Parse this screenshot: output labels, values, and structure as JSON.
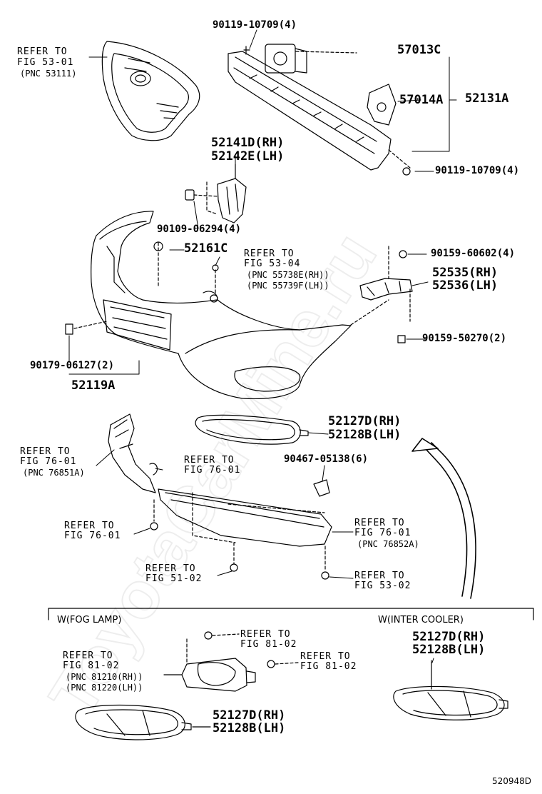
{
  "diagram": {
    "code": "520948D",
    "watermark": "ToyotaCarMine.ru"
  },
  "labels": {
    "p90119_top": "90119-10709(4)",
    "p57013C": "57013C",
    "p57014A": "57014A",
    "p52131A": "52131A",
    "p90119_bot": "90119-10709(4)",
    "ref_grille_1": "REFER TO",
    "ref_grille_2": "FIG 53-01",
    "ref_grille_3": "(PNC 53111)",
    "p52141D": "52141D(RH)",
    "p52142E": "52142E(LH)",
    "p90109": "90109-06294(4)",
    "p52161C": "52161C",
    "ref_5304_1": "REFER TO",
    "ref_5304_2": "FIG 53-04",
    "ref_5304_3": "(PNC 55738E(RH))",
    "ref_5304_4": "(PNC 55739F(LH))",
    "p90159_60602": "90159-60602(4)",
    "p52535": "52535(RH)",
    "p52536": "52536(LH)",
    "p90159_50270": "90159-50270(2)",
    "p90179": "90179-06127(2)",
    "p52119A": "52119A",
    "p52127D_a": "52127D(RH)",
    "p52128B_a": "52128B(LH)",
    "p90467": "90467-05138(6)",
    "ref_7601a_1": "REFER TO",
    "ref_7601a_2": "FIG 76-01",
    "ref_7601a_3": "(PNC 76851A)",
    "ref_7601b_1": "REFER TO",
    "ref_7601b_2": "FIG 76-01",
    "ref_7601c_1": "REFER TO",
    "ref_7601c_2": "FIG 76-01",
    "ref_7601d_1": "REFER TO",
    "ref_7601d_2": "FIG 76-01",
    "ref_7601d_3": "(PNC 76852A)",
    "ref_5102_1": "REFER TO",
    "ref_5102_2": "FIG 51-02",
    "ref_5302_1": "REFER TO",
    "ref_5302_2": "FIG 53-02",
    "sec_fog": "W(FOG LAMP)",
    "sec_inter": "W(INTER COOLER)",
    "ref_8102a_1": "REFER TO",
    "ref_8102a_2": "FIG 81-02",
    "ref_8102b_1": "REFER TO",
    "ref_8102b_2": "FIG 81-02",
    "ref_8102b_3": "(PNC 81210(RH))",
    "ref_8102b_4": "(PNC 81220(LH))",
    "ref_8102c_1": "REFER TO",
    "ref_8102c_2": "FIG 81-02",
    "p52127D_b": "52127D(RH)",
    "p52128B_b": "52128B(LH)",
    "p52127D_c": "52127D(RH)",
    "p52128B_c": "52128B(LH)"
  }
}
